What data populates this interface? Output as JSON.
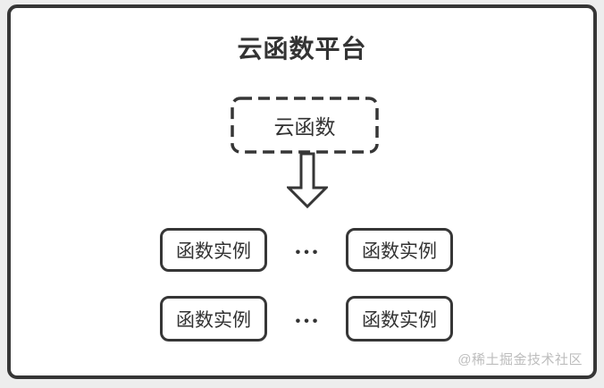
{
  "diagram": {
    "title": "云函数平台",
    "cloud_node": {
      "label": "云函数"
    },
    "arrow": {
      "icon": "down-arrow-icon",
      "direction": "down"
    },
    "rows": [
      {
        "left": "函数实例",
        "ellipsis": "•••",
        "right": "函数实例"
      },
      {
        "left": "函数实例",
        "ellipsis": "•••",
        "right": "函数实例"
      }
    ],
    "watermark": "@稀土掘金技术社区",
    "colors": {
      "stroke": "#363636",
      "text": "#333333",
      "background": "#ffffff",
      "page_background": "#ededed",
      "watermark": "#bdbdbd"
    }
  }
}
